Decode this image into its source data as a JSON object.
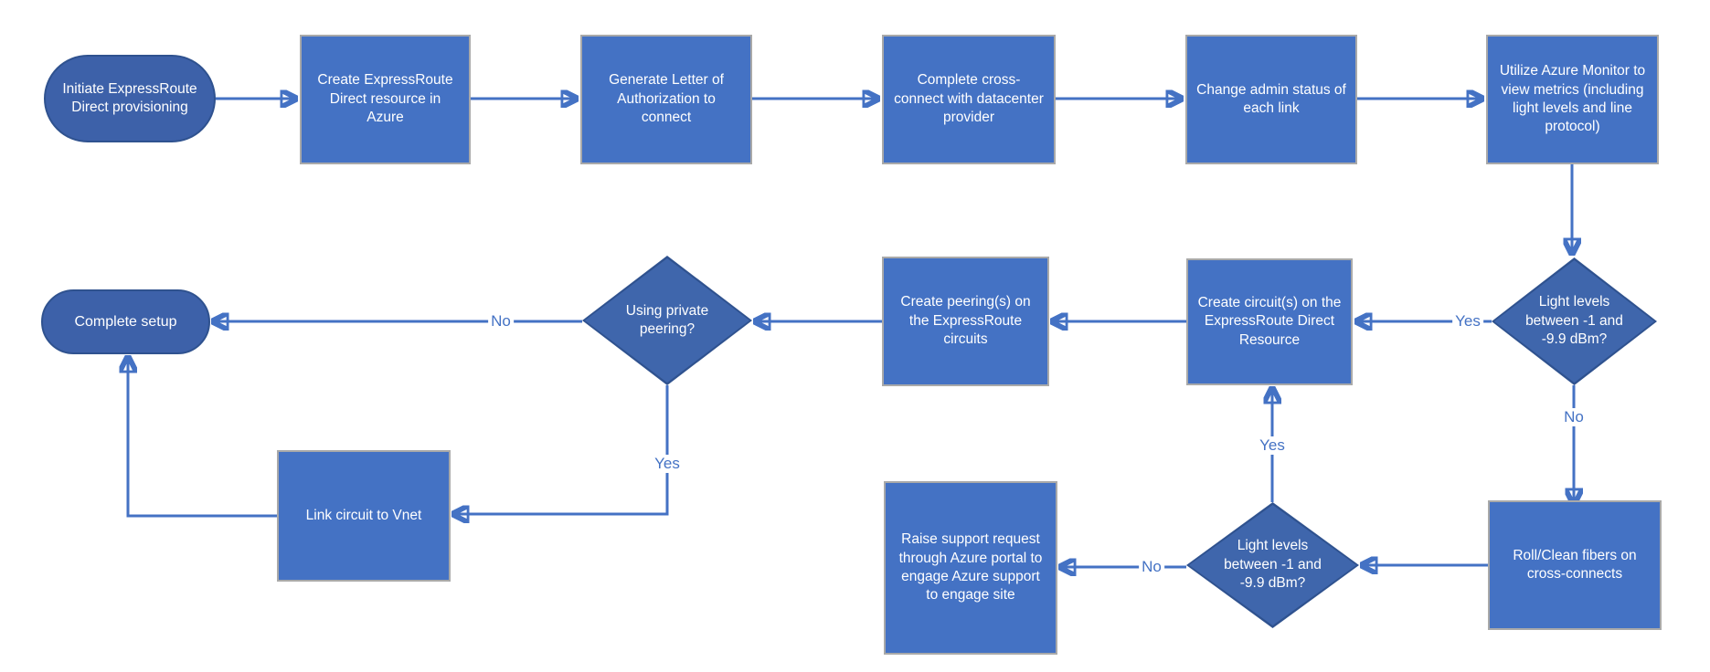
{
  "colors": {
    "process_fill": "#4472C4",
    "process_border": "#A9A9A9",
    "terminator_fill": "#3D61A9",
    "terminator_border": "#2F528F",
    "decision_fill": "#3F66AC",
    "decision_border": "#2F528F",
    "connector": "#4472C4",
    "edge_label_text": "#4472C4",
    "node_text": "#FFFFFF"
  },
  "nodes": [
    {
      "id": "start",
      "type": "terminator",
      "label": "Initiate ExpressRoute Direct provisioning"
    },
    {
      "id": "create-resource",
      "type": "process",
      "label": "Create ExpressRoute Direct resource in Azure"
    },
    {
      "id": "generate-loa",
      "type": "process",
      "label": "Generate Letter of Authorization to connect"
    },
    {
      "id": "complete-cross-connect",
      "type": "process",
      "label": "Complete cross-connect with datacenter provider"
    },
    {
      "id": "change-admin-status",
      "type": "process",
      "label": "Change admin status of each link"
    },
    {
      "id": "azure-monitor",
      "type": "process",
      "label": "Utilize Azure Monitor to view metrics (including light levels and line protocol)"
    },
    {
      "id": "light-levels-1",
      "type": "decision",
      "label": "Light levels between -1 and -9.9 dBm?"
    },
    {
      "id": "create-circuits",
      "type": "process",
      "label": "Create circuit(s) on the ExpressRoute Direct Resource"
    },
    {
      "id": "create-peerings",
      "type": "process",
      "label": "Create peering(s) on the ExpressRoute circuits"
    },
    {
      "id": "private-peering",
      "type": "decision",
      "label": "Using private peering?"
    },
    {
      "id": "complete-setup",
      "type": "terminator",
      "label": "Complete setup"
    },
    {
      "id": "link-vnet",
      "type": "process",
      "label": "Link circuit to Vnet"
    },
    {
      "id": "light-levels-2",
      "type": "decision",
      "label": "Light levels between -1 and -9.9 dBm?"
    },
    {
      "id": "roll-clean",
      "type": "process",
      "label": "Roll/Clean fibers on cross-connects"
    },
    {
      "id": "raise-support",
      "type": "process",
      "label": "Raise support request through Azure portal to engage Azure support to engage site"
    }
  ],
  "connections": [
    {
      "from": "start",
      "to": "create-resource",
      "label": ""
    },
    {
      "from": "create-resource",
      "to": "generate-loa",
      "label": ""
    },
    {
      "from": "generate-loa",
      "to": "complete-cross-connect",
      "label": ""
    },
    {
      "from": "complete-cross-connect",
      "to": "change-admin-status",
      "label": ""
    },
    {
      "from": "change-admin-status",
      "to": "azure-monitor",
      "label": ""
    },
    {
      "from": "azure-monitor",
      "to": "light-levels-1",
      "label": ""
    },
    {
      "from": "light-levels-1",
      "to": "create-circuits",
      "label": "Yes"
    },
    {
      "from": "create-circuits",
      "to": "create-peerings",
      "label": ""
    },
    {
      "from": "create-peerings",
      "to": "private-peering",
      "label": ""
    },
    {
      "from": "private-peering",
      "to": "complete-setup",
      "label": "No"
    },
    {
      "from": "private-peering",
      "to": "link-vnet",
      "label": "Yes"
    },
    {
      "from": "link-vnet",
      "to": "complete-setup",
      "label": ""
    },
    {
      "from": "light-levels-1",
      "to": "roll-clean",
      "label": "No"
    },
    {
      "from": "roll-clean",
      "to": "light-levels-2",
      "label": ""
    },
    {
      "from": "light-levels-2",
      "to": "create-circuits",
      "label": "Yes"
    },
    {
      "from": "light-levels-2",
      "to": "raise-support",
      "label": "No"
    }
  ]
}
